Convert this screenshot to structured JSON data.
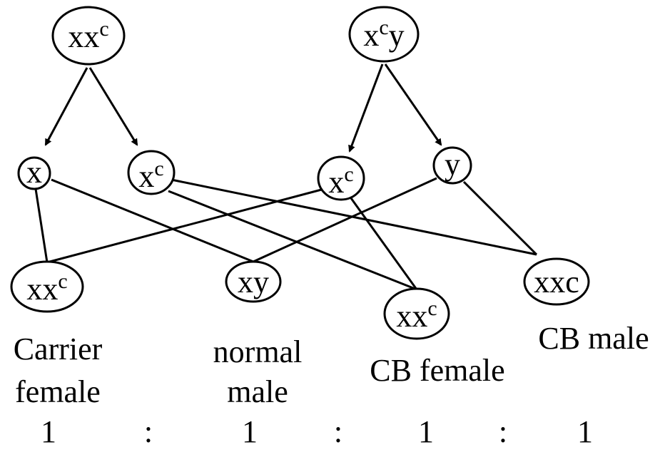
{
  "colors": {
    "stroke": "#000000",
    "background": "#ffffff"
  },
  "parents": {
    "mother": {
      "base": "xx",
      "sup": "c"
    },
    "father": {
      "base": "x",
      "sup": "c",
      "tail": "y"
    }
  },
  "gametes": {
    "mother_1": {
      "base": "x",
      "sup": ""
    },
    "mother_2": {
      "base": "x",
      "sup": "c"
    },
    "father_1": {
      "base": "x",
      "sup": "c"
    },
    "father_2": {
      "base": "y",
      "sup": ""
    }
  },
  "offspring": {
    "o1": {
      "base": "xx",
      "sup": "c"
    },
    "o2": {
      "base": "xy",
      "sup": ""
    },
    "o3": {
      "base": "xx",
      "sup": "c"
    },
    "o4": {
      "base": "xxc",
      "sup": ""
    }
  },
  "labels": {
    "carrier_female_1": "Carrier",
    "carrier_female_2": "female",
    "normal_male_1": "normal",
    "normal_male_2": "male",
    "cb_female": "CB female",
    "cb_male": "CB male"
  },
  "ratio": [
    "1",
    ":",
    "1",
    ":",
    "1",
    ":",
    "1"
  ]
}
